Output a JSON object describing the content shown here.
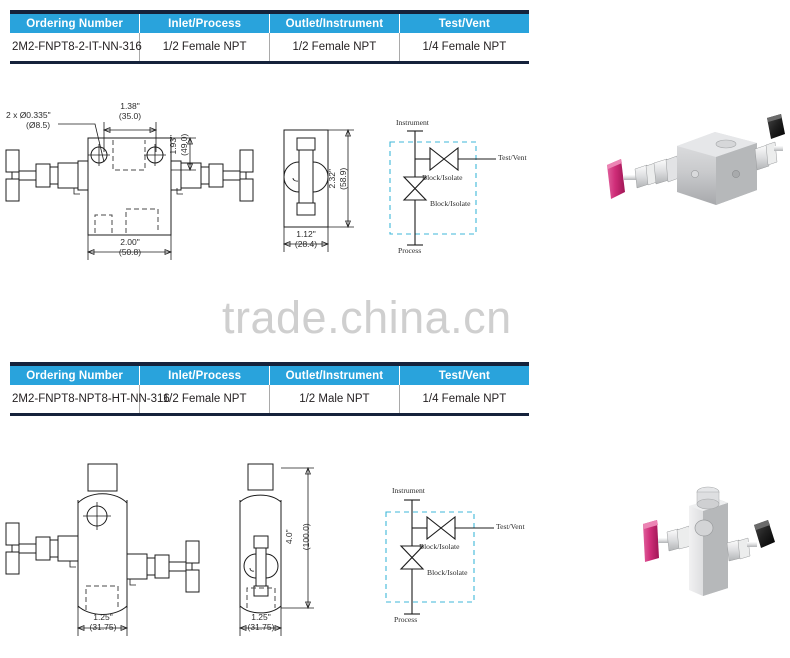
{
  "watermark": {
    "text": "trade.china.cn"
  },
  "tables": [
    {
      "id": "table-1",
      "headers": [
        "Ordering Number",
        "Inlet/Process",
        "Outlet/Instrument",
        "Test/Vent"
      ],
      "row": [
        "2M2-FNPT8-2-IT-NN-316",
        "1/2 Female NPT",
        "1/2  Female NPT",
        "1/4 Female NPT"
      ]
    },
    {
      "id": "table-2",
      "headers": [
        "Ordering Number",
        "Inlet/Process",
        "Outlet/Instrument",
        "Test/Vent"
      ],
      "row": [
        "2M2-FNPT8-NPT8-HT-NN-316",
        "1/2  Female NPT",
        "1/2 Male NPT",
        "1/4 Female NPT"
      ]
    }
  ],
  "drawing_top": {
    "front_view": {
      "hole_callout_line1": "2 x  Ø0.335\"",
      "hole_callout_line2": "(Ø8.5)",
      "width_inner_in": "1.38\"",
      "width_inner_mm": "(35.0)",
      "height_in": "1.93\"",
      "height_mm": "(49.0)",
      "width_overall_in": "2.00\"",
      "width_overall_mm": "(50.8)"
    },
    "side_view": {
      "height_in": "2.32\"",
      "height_mm": "(58.9)",
      "width_in": "1.12\"",
      "width_mm": "(28.4)"
    },
    "schematic": {
      "instrument": "Instrument",
      "test_vent": "Test/Vent",
      "block_isolate_1": "Block/Isolate",
      "block_isolate_2": "Block/Isolate",
      "process": "Process"
    }
  },
  "drawing_bottom": {
    "front_view": {
      "width_in": "1.25\"",
      "width_mm": "(31.75)"
    },
    "side_view": {
      "width_in": "1.25\"",
      "width_mm": "(31.75)",
      "height_in": "4.0\"",
      "height_mm": "(100.0)"
    },
    "schematic": {
      "instrument": "Instrument",
      "test_vent": "Test/Vent",
      "block_isolate_1": "Block/Isolate",
      "block_isolate_2": "Block/Isolate",
      "process": "Process"
    }
  },
  "renders": [
    {
      "id": "render-top",
      "body_color": "#c9cacc",
      "left_handle_color": "#cf2d78",
      "right_handle_color": "#2b2b2b"
    },
    {
      "id": "render-bottom",
      "body_color": "#c9cacc",
      "left_handle_color": "#cf2d78",
      "right_handle_color": "#2b2b2b"
    }
  ],
  "colors": {
    "header_blue": "#29a3dc",
    "header_navy": "#15223b",
    "schematic_dash": "#3fb7d8",
    "watermark_grey": "#cfcfcf"
  }
}
